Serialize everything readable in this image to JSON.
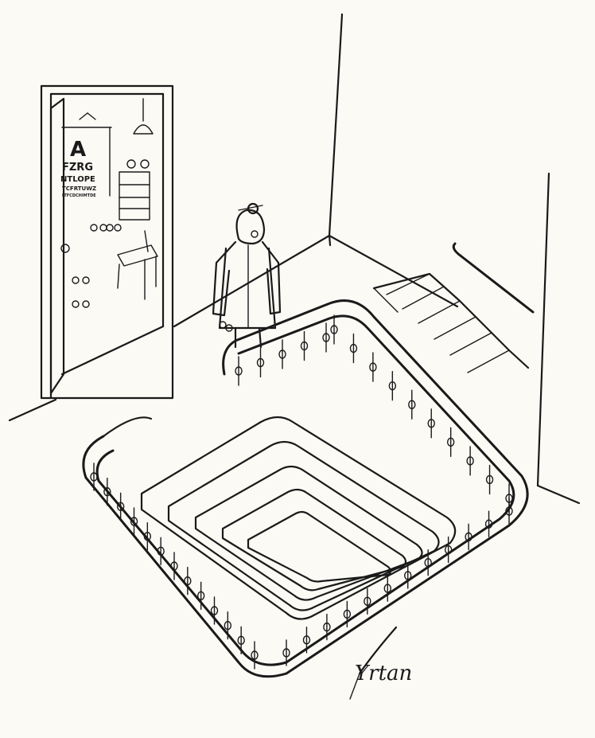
{
  "eye_chart": {
    "line_1": "A",
    "line_2": "FZRG",
    "line_3": "NTLOPE",
    "line_4": "TCFRTUWZ",
    "line_5": "LTFCDCHIMTDE"
  },
  "signature": "Yrtan",
  "colors": {
    "paper": "#fbfaf5",
    "ink": "#1a1a1a"
  }
}
